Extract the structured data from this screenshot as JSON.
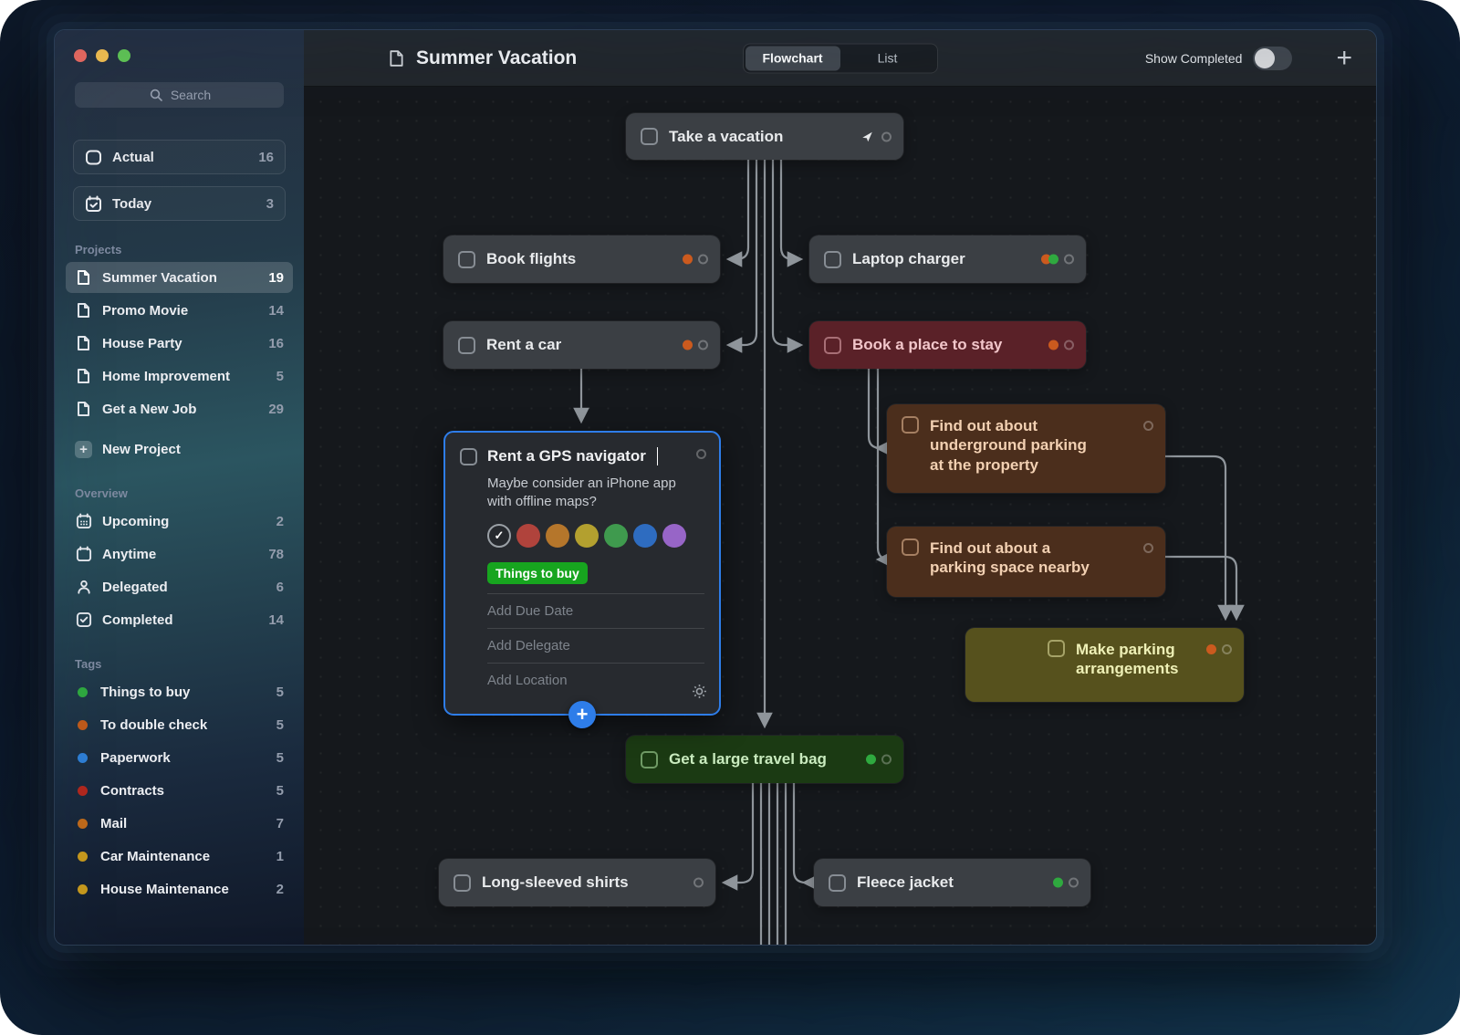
{
  "window": {
    "traffic_light_colors": [
      "#ee6a5f",
      "#f5bf4f",
      "#61c554"
    ],
    "title": "Summer Vacation",
    "view_options": {
      "flowchart": "Flowchart",
      "list": "List"
    },
    "show_completed_label": "Show Completed",
    "add_button": "+"
  },
  "sidebar": {
    "search_placeholder": "Search",
    "top_items": [
      {
        "label": "Actual",
        "count": "16"
      },
      {
        "label": "Today",
        "count": "3"
      }
    ],
    "projects": {
      "header": "Projects",
      "items": [
        {
          "label": "Summer Vacation",
          "count": "19"
        },
        {
          "label": "Promo Movie",
          "count": "14"
        },
        {
          "label": "House Party",
          "count": "16"
        },
        {
          "label": "Home Improvement",
          "count": "5"
        },
        {
          "label": "Get a New Job",
          "count": "29"
        }
      ],
      "new_project_label": "New Project"
    },
    "overview": {
      "header": "Overview",
      "items": [
        {
          "label": "Upcoming",
          "count": "2"
        },
        {
          "label": "Anytime",
          "count": "78"
        },
        {
          "label": "Delegated",
          "count": "6"
        },
        {
          "label": "Completed",
          "count": "14"
        }
      ]
    },
    "tags": {
      "header": "Tags",
      "items": [
        {
          "label": "Things to buy",
          "count": "5",
          "color": "#2fa93f"
        },
        {
          "label": "To double check",
          "count": "5",
          "color": "#c05a1a"
        },
        {
          "label": "Paperwork",
          "count": "5",
          "color": "#2e7fd6"
        },
        {
          "label": "Contracts",
          "count": "5",
          "color": "#b2271d"
        },
        {
          "label": "Mail",
          "count": "7",
          "color": "#c06a1a"
        },
        {
          "label": "Car Maintenance",
          "count": "1",
          "color": "#c8991c"
        },
        {
          "label": "House Maintenance",
          "count": "2",
          "color": "#c8991c"
        }
      ]
    }
  },
  "flowchart": {
    "nodes": {
      "take_vacation": {
        "label": "Take a vacation"
      },
      "book_flights": {
        "label": "Book flights"
      },
      "laptop_charger": {
        "label": "Laptop charger"
      },
      "rent_car": {
        "label": "Rent a car"
      },
      "book_place": {
        "label": "Book a place to stay"
      },
      "underground_parking": {
        "label": "Find out about\nunderground parking\nat the property"
      },
      "parking_nearby": {
        "label": "Find out about a\nparking space nearby"
      },
      "make_parking": {
        "label": "Make parking\narrangements"
      },
      "travel_bag": {
        "label": "Get a large travel bag"
      },
      "shirts": {
        "label": "Long-sleeved shirts"
      },
      "fleece": {
        "label": "Fleece jacket"
      }
    },
    "gps": {
      "title": "Rent a GPS navigator",
      "note": "Maybe consider an iPhone app with offline maps?",
      "tag": "Things to buy",
      "add_due_date": "Add Due Date",
      "add_delegate": "Add Delegate",
      "add_location": "Add Location",
      "swatch_selected_check": "✓",
      "swatches": [
        "#26292e",
        "#b0433c",
        "#b5762b",
        "#b3a02f",
        "#3f9a4e",
        "#2e6cc0",
        "#9765c7"
      ]
    }
  },
  "colors": {
    "accent_blue": "#2e7de9",
    "tag_green": "#17a51f",
    "indicator_orange": "#cb5a1e",
    "indicator_green": "#2fa93f",
    "node_gray": "#3b3f44",
    "node_red": "#5a2128",
    "node_brown": "#4b2e1c",
    "node_olive": "#56511d",
    "node_green": "#1b3a13",
    "wire_gray": "#8f959b"
  }
}
